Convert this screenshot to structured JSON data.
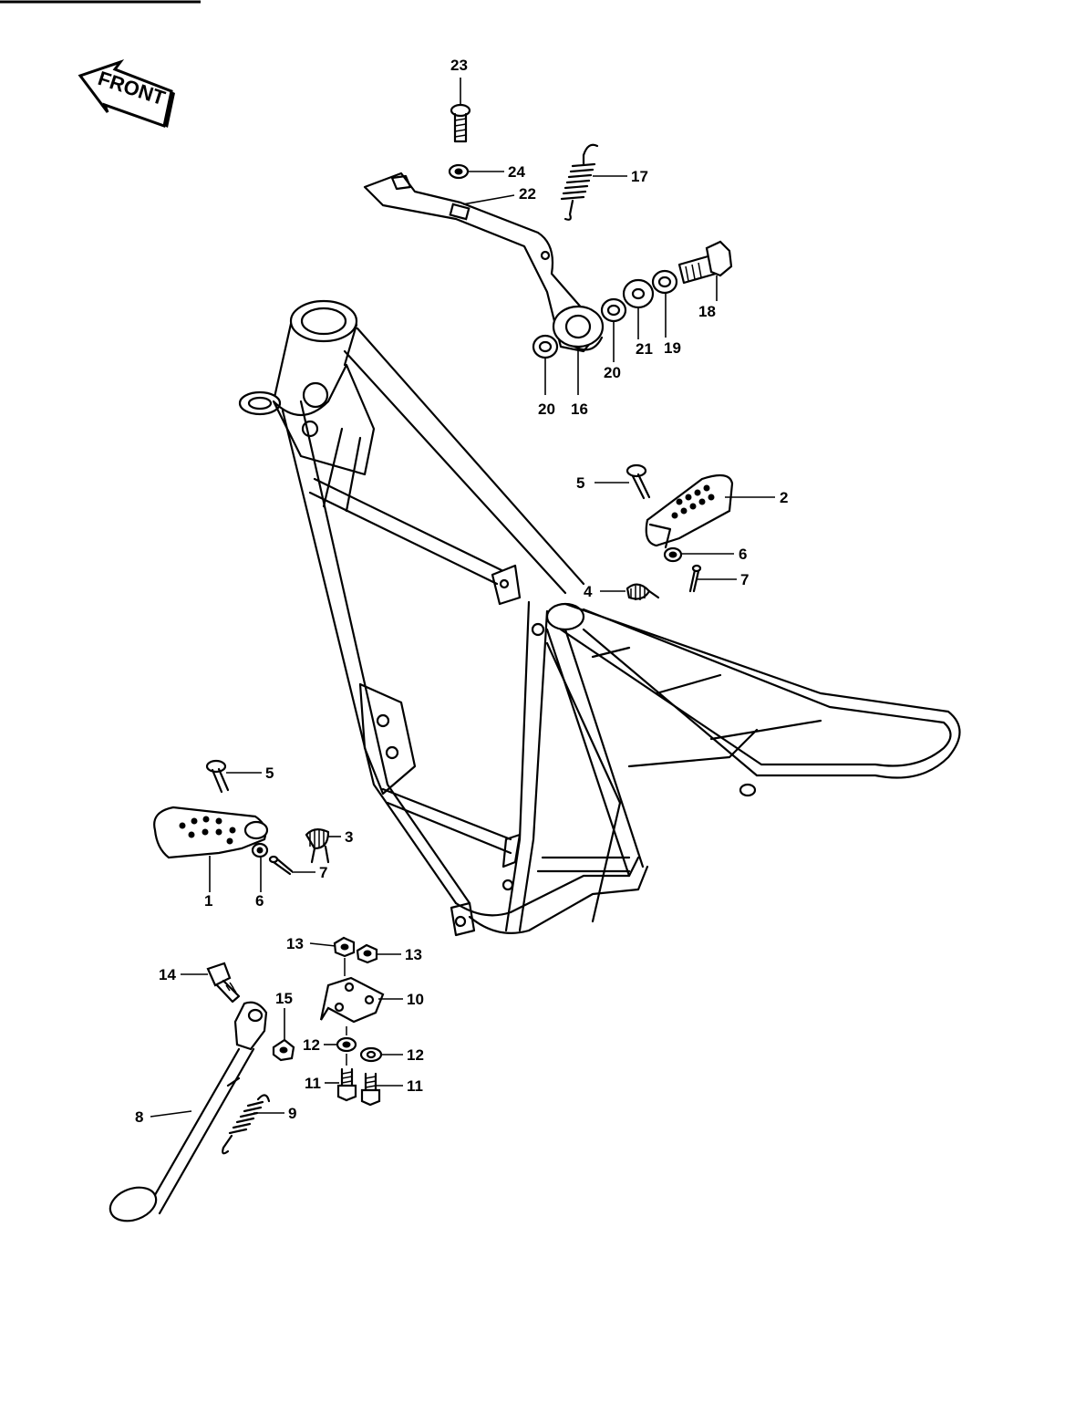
{
  "front_label": "FRONT",
  "callouts": {
    "c1": "1",
    "c2": "2",
    "c3": "3",
    "c4": "4",
    "c5a": "5",
    "c5b": "5",
    "c6a": "6",
    "c6b": "6",
    "c7a": "7",
    "c7b": "7",
    "c8": "8",
    "c9": "9",
    "c10": "10",
    "c11a": "11",
    "c11b": "11",
    "c12a": "12",
    "c12b": "12",
    "c13a": "13",
    "c13b": "13",
    "c14": "14",
    "c15": "15",
    "c16": "16",
    "c17": "17",
    "c18": "18",
    "c19": "19",
    "c20a": "20",
    "c20b": "20",
    "c21": "21",
    "c22": "22",
    "c23": "23",
    "c24": "24"
  }
}
